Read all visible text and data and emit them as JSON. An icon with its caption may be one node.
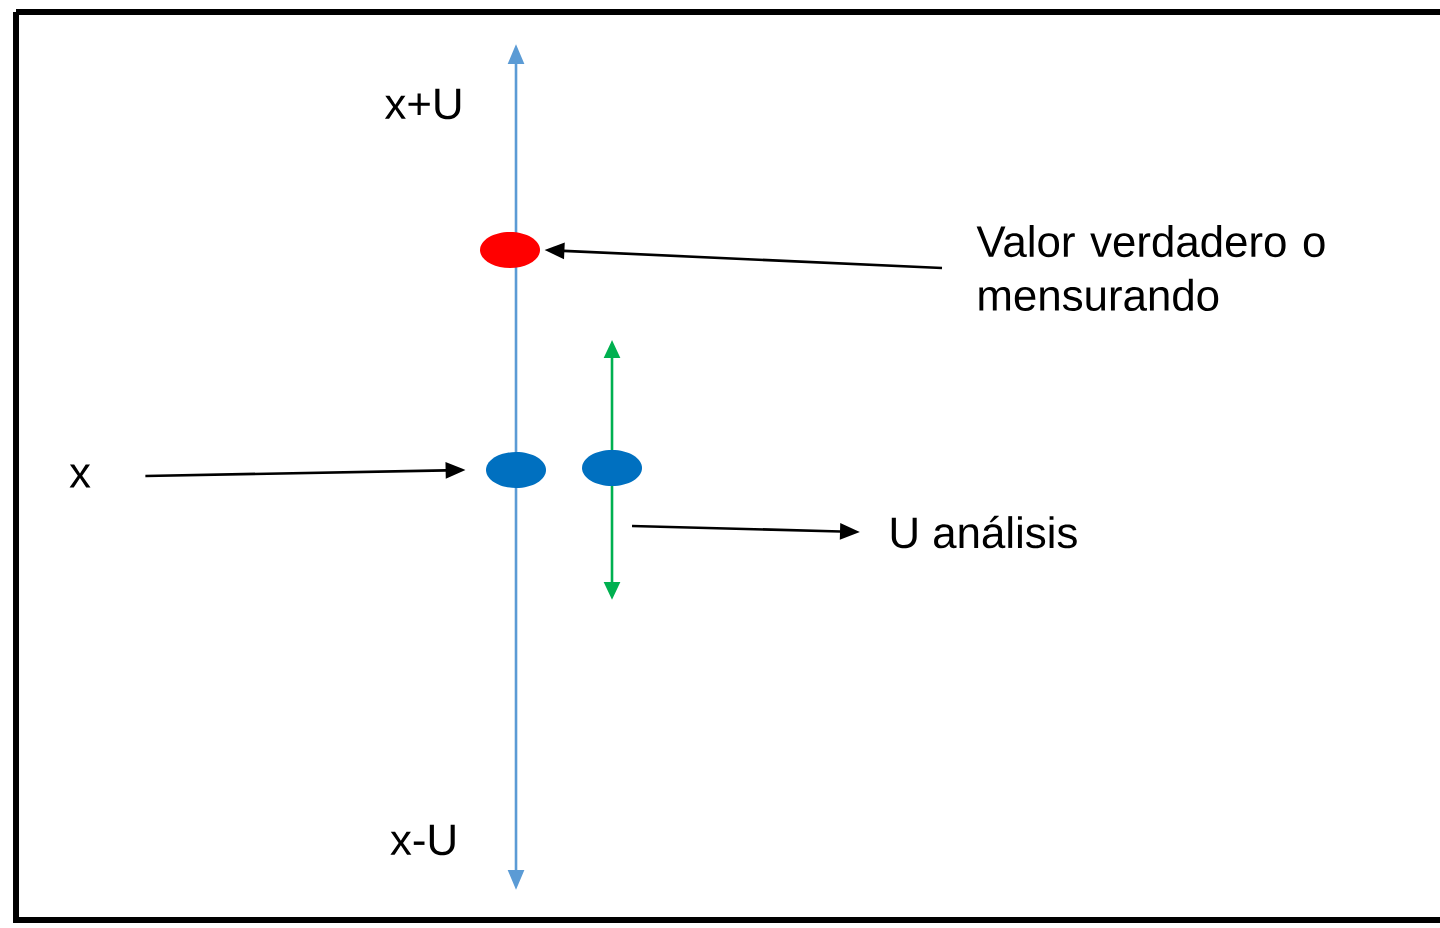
{
  "diagram": {
    "nodes": [
      {
        "text": [
          "x"
        ]
      },
      {
        "text": [],
        "shape": "ellipse"
      },
      {
        "text": [],
        "shape": "ellipse"
      },
      {
        "text": [
          "Valor verdadero o mensurando"
        ]
      },
      {
        "text": [],
        "shape": "ellipse"
      },
      {
        "text": [
          "U análisis"
        ]
      }
    ],
    "edges": [
      {
        "from": 0,
        "to": 1,
        "arrow": "to"
      },
      {
        "from": 3,
        "to": 2,
        "arrow": "to"
      },
      {
        "from": null,
        "to": 5,
        "arrow": "to"
      }
    ],
    "labels": [
      "x+U",
      "x-U"
    ]
  }
}
